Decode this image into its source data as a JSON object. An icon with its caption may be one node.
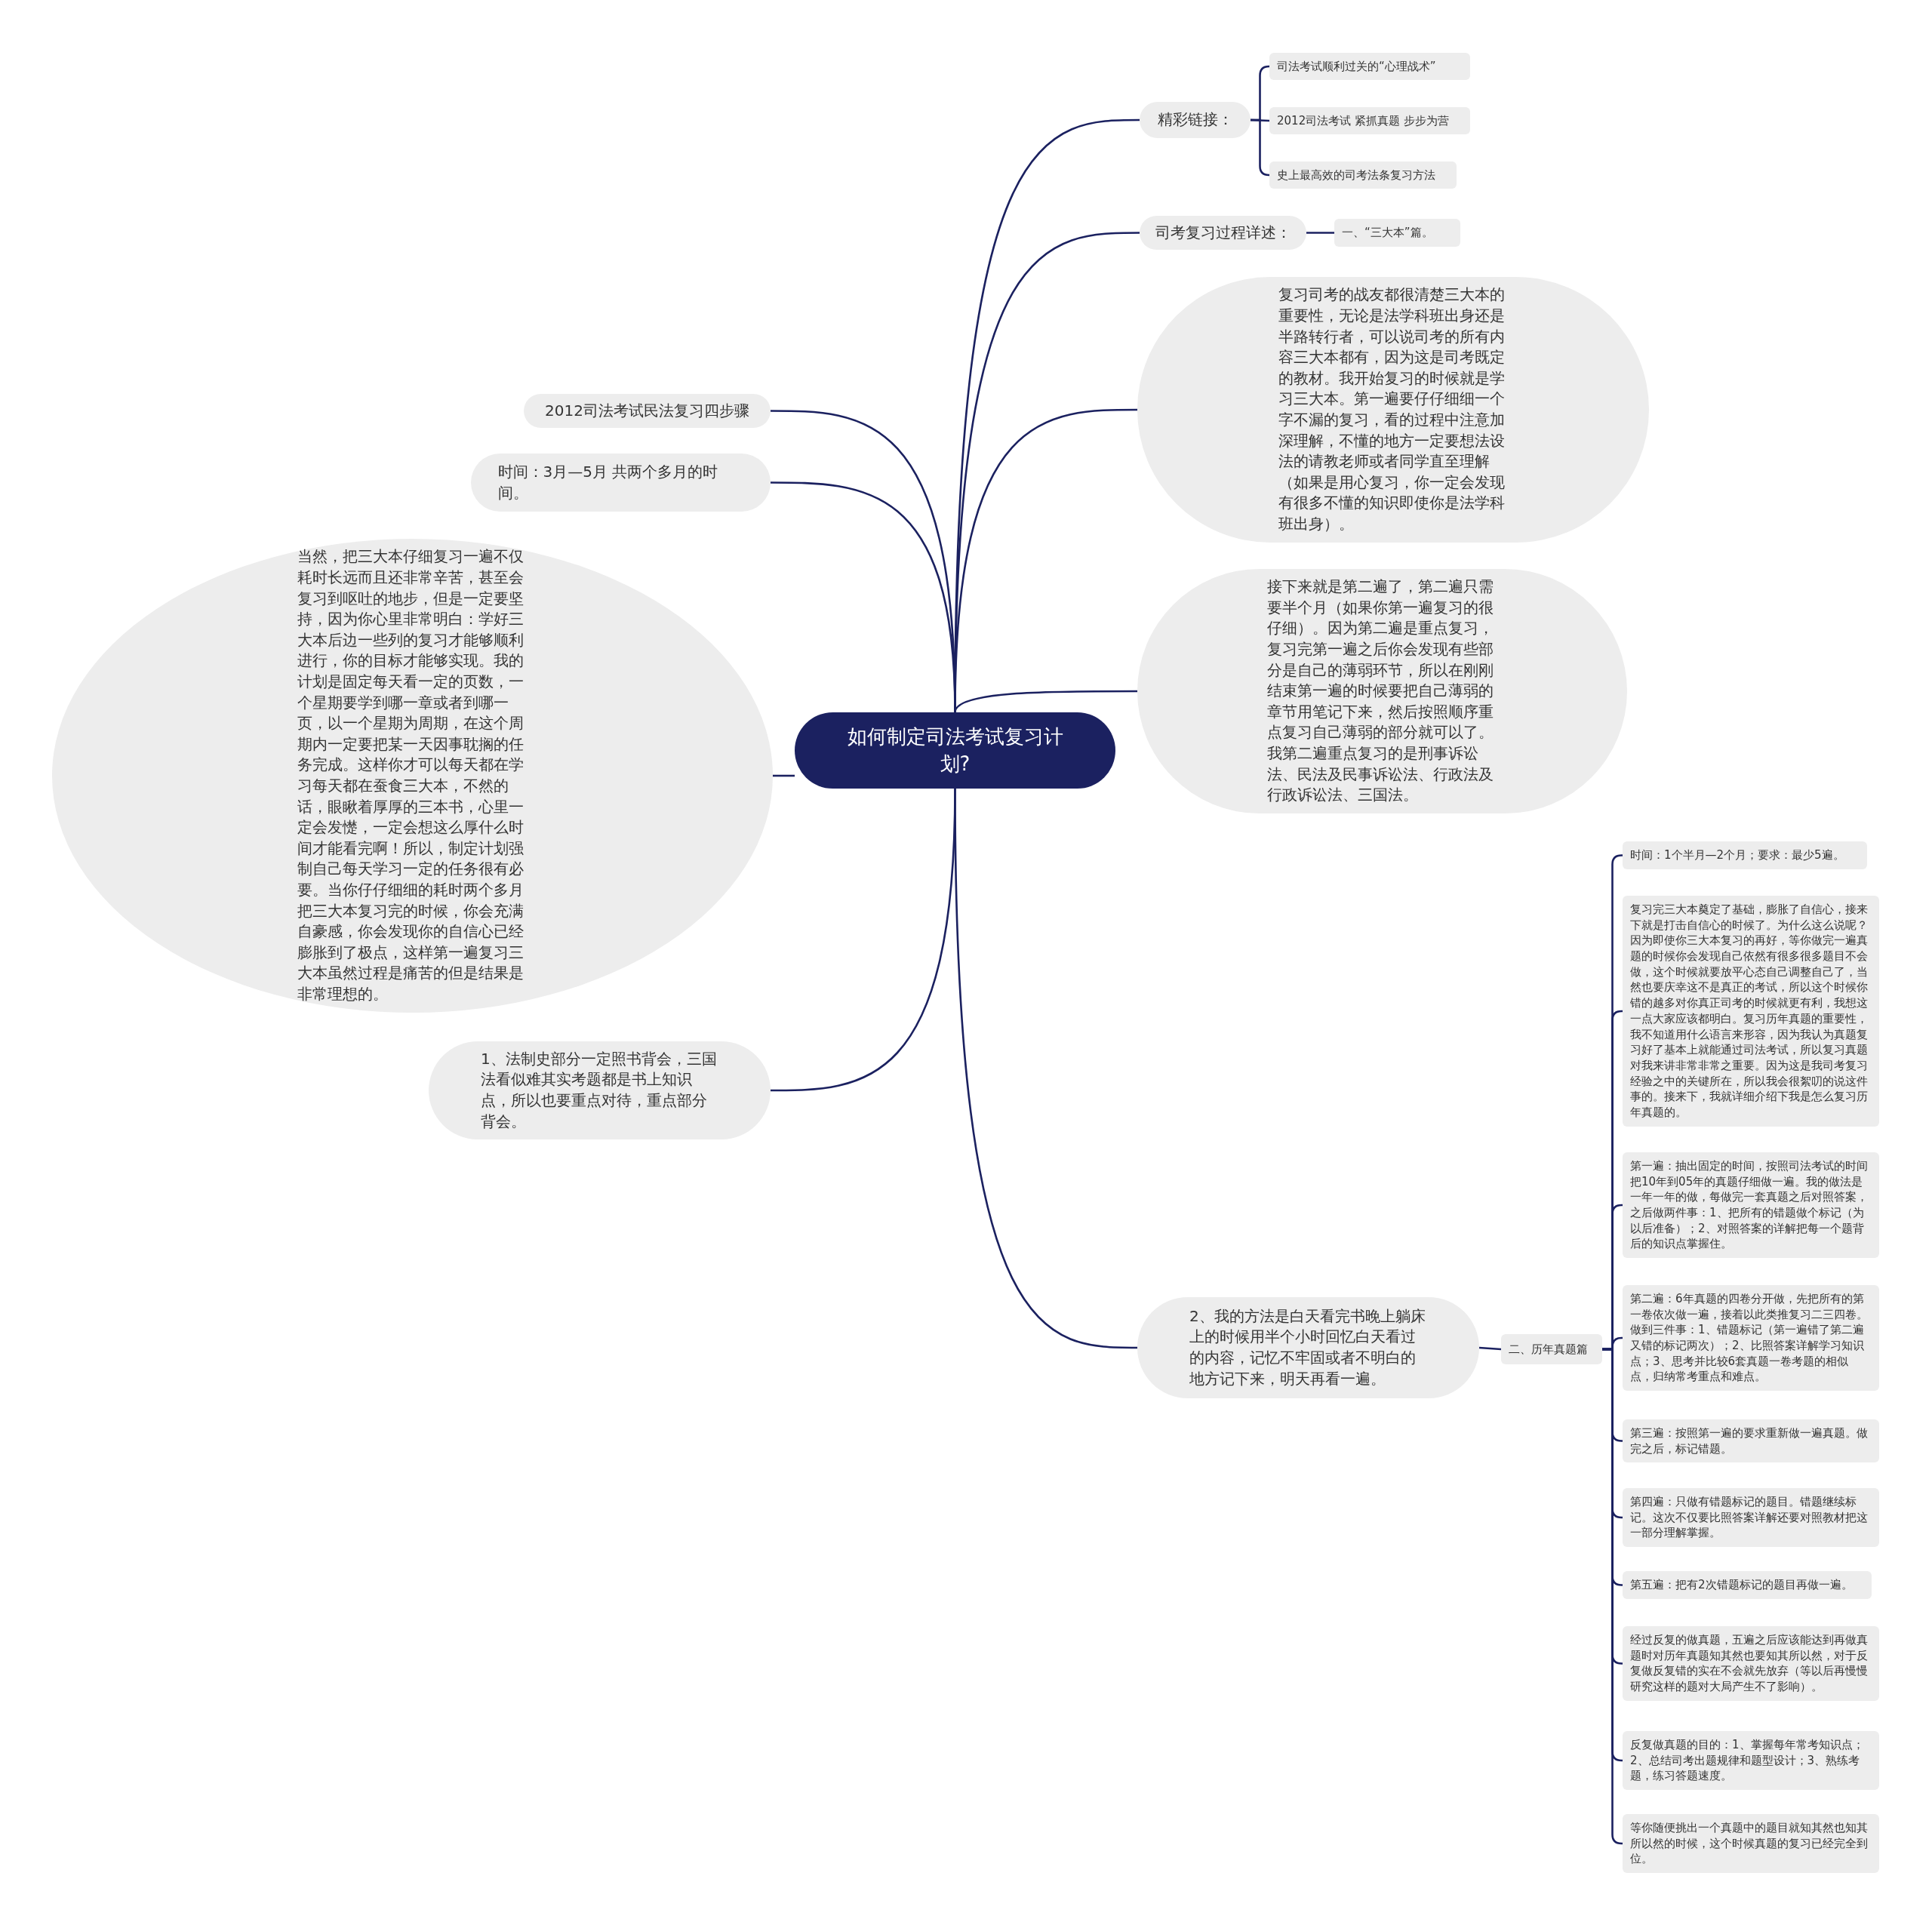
{
  "diagram": {
    "nodes": [
      {
        "text": [
          "如何制定司法考试复习计划?"
        ]
      },
      {
        "text": [
          "精彩链接："
        ]
      },
      {
        "text": [
          "司法考试顺利过关的“心理战术”"
        ]
      },
      {
        "text": [
          "2012司法考试 紧抓真题 步步为营"
        ]
      },
      {
        "text": [
          "史上最高效的司考法条复习方法"
        ]
      },
      {
        "text": [
          "司考复习过程详述："
        ]
      },
      {
        "text": [
          "一、“三大本”篇。"
        ]
      },
      {
        "text": [
          "复习司考的战友都很清楚三大本的重要性，无论是法学科班出身还是半路转行者，可以说司考的所有内容三大本都有，因为这是司考既定的教材。我开始复习的时候就是学习三大本。第一遍要仔仔细细一个字不漏的复习，看的过程中注意加深理解，不懂的地方一定要想法设法的请教老师或者同学直至理解（如果是用心复习，你一定会发现有很多不懂的知识即使你是法学科班出身）。"
        ]
      },
      {
        "text": [
          "接下来就是第二遍了，第二遍只需要半个月（如果你第一遍复习的很仔细）。因为第二遍是重点复习，复习完第一遍之后你会发现有些部分是自己的薄弱环节，所以在刚刚结束第一遍的时候要把自己薄弱的章节用笔记下来，然后按照顺序重点复习自己薄弱的部分就可以了。我第二遍重点复习的是刑事诉讼法、民法及民事诉讼法、行政法及行政诉讼法、三国法。"
        ]
      },
      {
        "text": [
          "2、我的方法是白天看完书晚上躺床上的时候用半个小时回忆白天看过的内容，记忆不牢固或者不明白的地方记下来，明天再看一遍。"
        ]
      },
      {
        "text": [
          "二、历年真题篇"
        ]
      },
      {
        "text": [
          "时间：1个半月—2个月；要求：最少5遍。"
        ]
      },
      {
        "text": [
          "复习完三大本奠定了基础，膨胀了自信心，接来下就是打击自信心的时候了。为什么这么说呢？因为即使你三大本复习的再好，等你做完一遍真题的时候你会发现自己依然有很多很多题目不会做，这个时候就要放平心态自己调整自己了，当然也要庆幸这不是真正的考试，所以这个时候你错的越多对你真正司考的时候就更有利，我想这一点大家应该都明白。复习历年真题的重要性，我不知道用什么语言来形容，因为我认为真题复习好了基本上就能通过司法考试，所以复习真题对我来讲非常非常之重要。因为这是我司考复习经验之中的关键所在，所以我会很絮叨的说这件事的。接来下，我就详细介绍下我是怎么复习历年真题的。"
        ]
      },
      {
        "text": [
          "第一遍：抽出固定的时间，按照司法考试的时间把10年到05年的真题仔细做一遍。我的做法是一年一年的做，每做完一套真题之后对照答案，之后做两件事：1、把所有的错题做个标记（为以后准备）；2、对照答案的详解把每一个题背后的知识点掌握住。"
        ]
      },
      {
        "text": [
          "第二遍：6年真题的四卷分开做，先把所有的第一卷依次做一遍，接着以此类推复习二三四卷。做到三件事：1、错题标记（第一遍错了第二遍又错的标记两次）；2、比照答案详解学习知识点；3、思考并比较6套真题一卷考题的相似点，归纳常考重点和难点。"
        ]
      },
      {
        "text": [
          "第三遍：按照第一遍的要求重新做一遍真题。做完之后，标记错题。"
        ]
      },
      {
        "text": [
          "第四遍：只做有错题标记的题目。错题继续标记。这次不仅要比照答案详解还要对照教材把这一部分理解掌握。"
        ]
      },
      {
        "text": [
          "第五遍：把有2次错题标记的题目再做一遍。"
        ]
      },
      {
        "text": [
          "经过反复的做真题，五遍之后应该能达到再做真题时对历年真题知其然也要知其所以然，对于反复做反复错的实在不会就先放弃（等以后再慢慢研究这样的题对大局产生不了影响）。"
        ]
      },
      {
        "text": [
          "反复做真题的目的：1、掌握每年常考知识点；2、总结司考出题规律和题型设计；3、熟练考题，练习答题速度。"
        ]
      },
      {
        "text": [
          "等你随便挑出一个真题中的题目就知其然也知其所以然的时候，这个时候真题的复习已经完全到位。"
        ]
      },
      {
        "text": [
          "2012司法考试民法复习四步骤"
        ]
      },
      {
        "text": [
          "时间：3月—5月 共两个多月的时间。"
        ]
      },
      {
        "text": [
          "当然，把三大本仔细复习一遍不仅耗时长远而且还非常辛苦，甚至会复习到呕吐的地步，但是一定要坚持，因为你心里非常明白：学好三大本后边一些列的复习才能够顺利进行，你的目标才能够实现。我的计划是固定每天看一定的页数，一个星期要学到哪一章或者到哪一页，以一个星期为周期，在这个周期内一定要把某一天因事耽搁的任务完成。这样你才可以每天都在学习每天都在蚕食三大本，不然的话，眼瞅着厚厚的三本书，心里一定会发憷，一定会想这么厚什么时间才能看完啊！所以，制定计划强制自己每天学习一定的任务很有必要。当你仔仔细细的耗时两个多月把三大本复习完的时候，你会充满自豪感，你会发现你的自信心已经膨胀到了极点，这样第一遍复习三大本虽然过程是痛苦的但是结果是非常理想的。"
        ]
      },
      {
        "text": [
          "1、法制史部分一定照书背会，三国法看似难其实考题都是书上知识点，所以也要重点对待，重点部分背会。"
        ]
      }
    ],
    "edges": [
      {
        "from": 0,
        "to": 1,
        "arrow": "none"
      },
      {
        "from": 1,
        "to": 2,
        "arrow": "none"
      },
      {
        "from": 1,
        "to": 3,
        "arrow": "none"
      },
      {
        "from": 1,
        "to": 4,
        "arrow": "none"
      },
      {
        "from": 0,
        "to": 5,
        "arrow": "none"
      },
      {
        "from": 5,
        "to": 6,
        "arrow": "none"
      },
      {
        "from": 0,
        "to": 7,
        "arrow": "none"
      },
      {
        "from": 0,
        "to": 8,
        "arrow": "none"
      },
      {
        "from": 0,
        "to": 9,
        "arrow": "none"
      },
      {
        "from": 9,
        "to": 10,
        "arrow": "none"
      },
      {
        "from": 10,
        "to": 11,
        "arrow": "none"
      },
      {
        "from": 10,
        "to": 12,
        "arrow": "none"
      },
      {
        "from": 10,
        "to": 13,
        "arrow": "none"
      },
      {
        "from": 10,
        "to": 14,
        "arrow": "none"
      },
      {
        "from": 10,
        "to": 15,
        "arrow": "none"
      },
      {
        "from": 10,
        "to": 16,
        "arrow": "none"
      },
      {
        "from": 10,
        "to": 17,
        "arrow": "none"
      },
      {
        "from": 10,
        "to": 18,
        "arrow": "none"
      },
      {
        "from": 10,
        "to": 19,
        "arrow": "none"
      },
      {
        "from": 10,
        "to": 20,
        "arrow": "none"
      },
      {
        "from": 0,
        "to": 21,
        "arrow": "none"
      },
      {
        "from": 0,
        "to": 22,
        "arrow": "none"
      },
      {
        "from": 0,
        "to": 23,
        "arrow": "none"
      },
      {
        "from": 0,
        "to": 24,
        "arrow": "none"
      }
    ]
  }
}
